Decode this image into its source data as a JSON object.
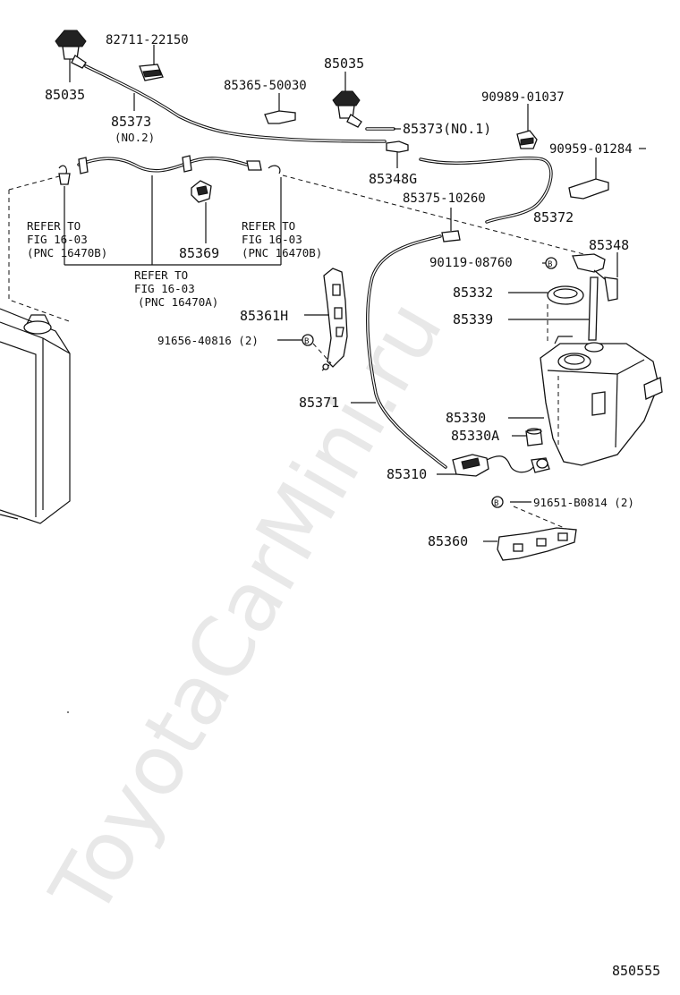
{
  "watermark": "ToyotaCarMini.ru",
  "figure_id": "850555",
  "callouts": {
    "p82711": "82711-22150",
    "p85035_left": "85035",
    "p85035_mid": "85035",
    "p85373_no2": "85373",
    "p85373_no2_sub": "(NO.2)",
    "p85365": "85365-50030",
    "p85373_no1": "85373(NO.1)",
    "p90989": "90989-01037",
    "p90959": "90959-01284",
    "p85348g": "85348G",
    "p85375": "85375-10260",
    "p85372": "85372",
    "p85369": "85369",
    "p85348": "85348",
    "p90119": "90119-08760",
    "p85332": "85332",
    "p85339": "85339",
    "p85361h": "85361H",
    "p91656": "91656-40816 (2)",
    "p85371": "85371",
    "p85330": "85330",
    "p85330a": "85330A",
    "p85310": "85310",
    "p91651": "91651-B0814 (2)",
    "p85360": "85360"
  },
  "refer_left": {
    "line1": "REFER TO",
    "line2": "FIG 16-03",
    "line3": "(PNC 16470B)"
  },
  "refer_right": {
    "line1": "REFER TO",
    "line2": "FIG 16-03",
    "line3": "(PNC 16470B)"
  },
  "refer_center": {
    "line1": "REFER TO",
    "line2": "FIG 16-03",
    "line3": "(PNC 16470A)"
  },
  "bolt_marker": "B"
}
